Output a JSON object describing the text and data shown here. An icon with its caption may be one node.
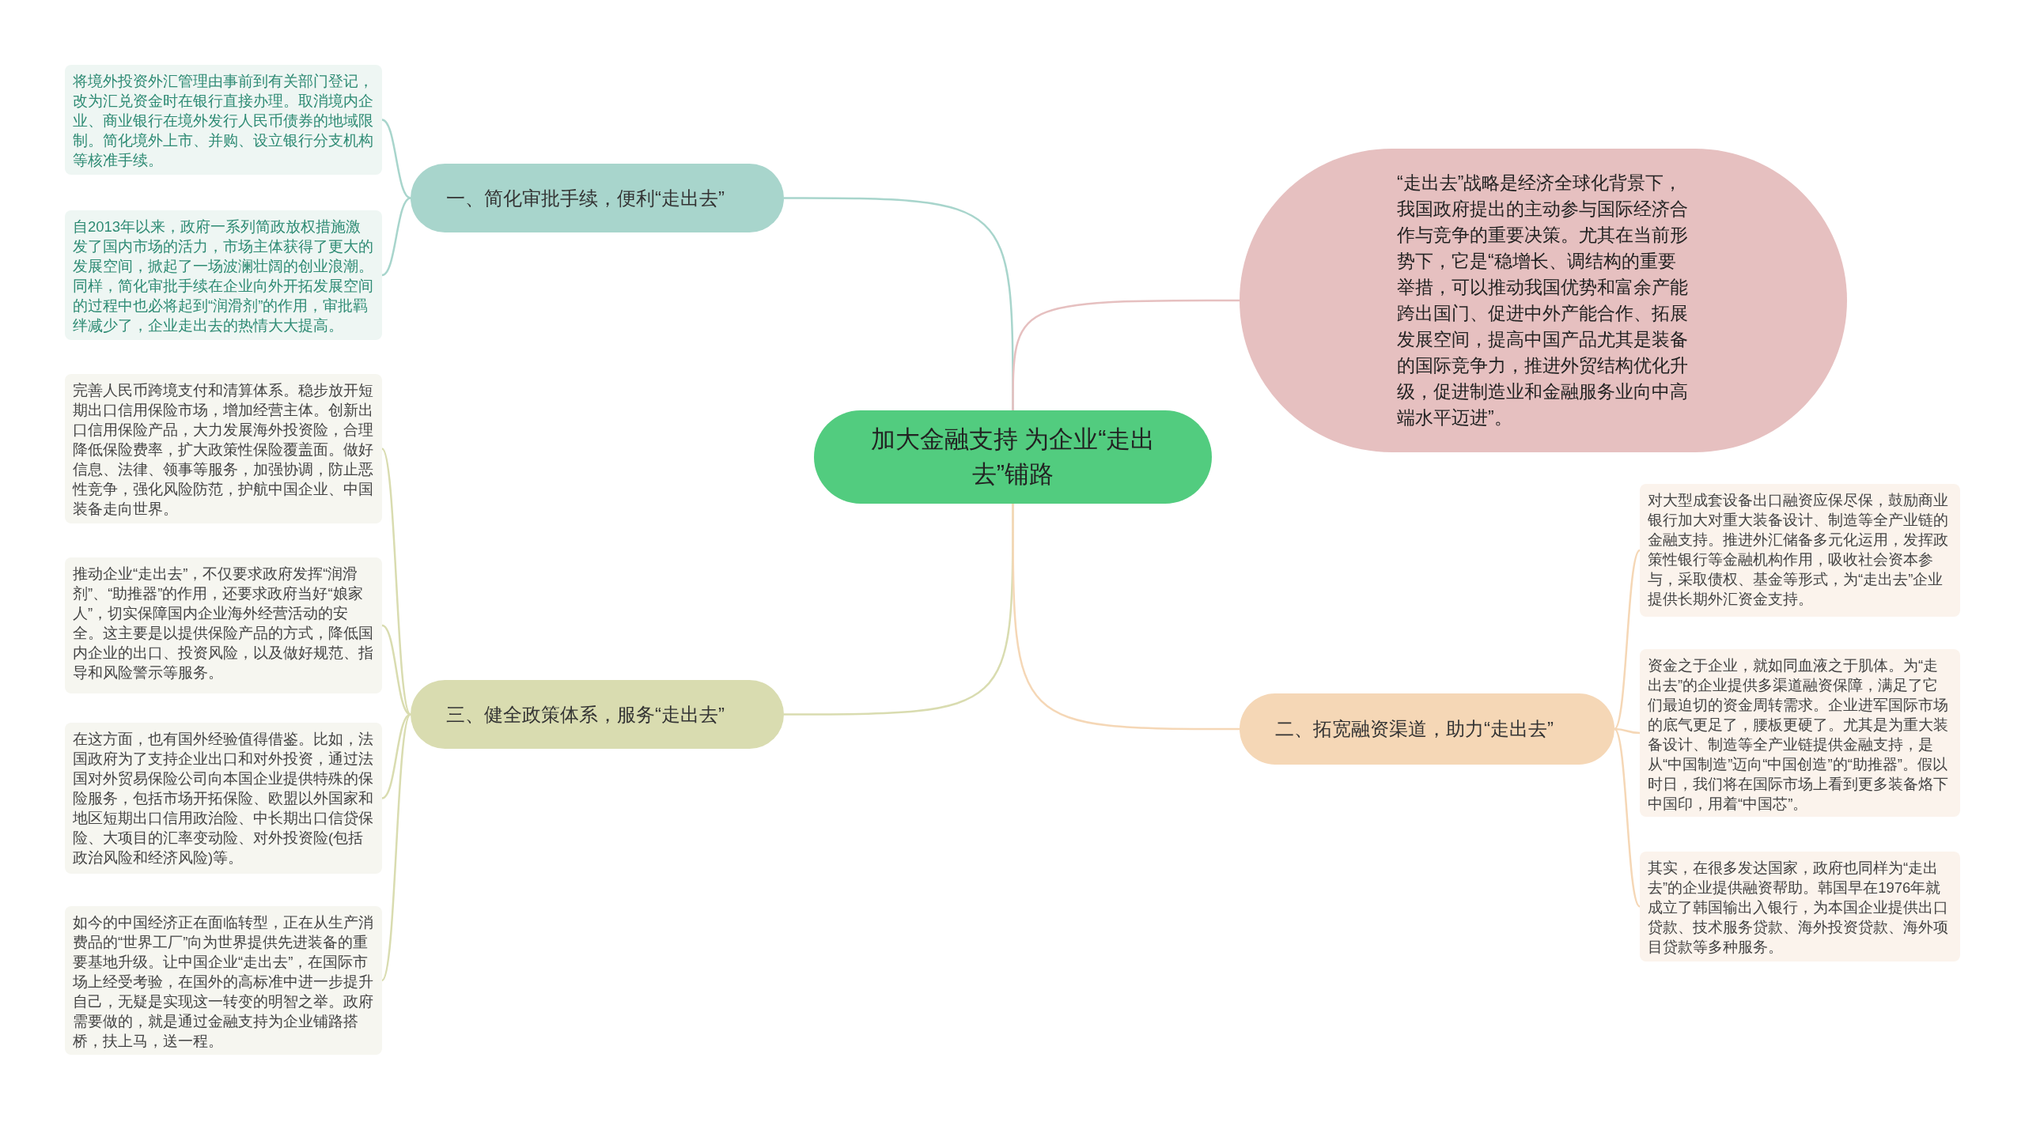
{
  "diagram": {
    "nodes": [
      {
        "text": [
          "加大金融支持 为企业“走出去”铺路"
        ]
      },
      {
        "text": [
          "一、简化审批手续，便利“走出去”"
        ]
      },
      {
        "text": [
          "将境外投资外汇管理由事前到有关部门登记，改为汇兑资金时在银行直接办理。取消境内企业、商业银行在境外发行人民币债券的地域限制。简化境外上市、并购、设立银行分支机构等核准手续。"
        ]
      },
      {
        "text": [
          "自2013年以来，政府一系列简政放权措施激发了国内市场的活力，市场主体获得了更大的发展空间，掀起了一场波澜壮阔的创业浪潮。同样，简化审批手续在企业向外开拓发展空间的过程中也必将起到“润滑剂”的作用，审批羁绊减少了，企业走出去的热情大大提高。"
        ]
      },
      {
        "text": [
          "“走出去”战略是经济全球化背景下，我国政府提出的主动参与国际经济合作与竞争的重要决策。尤其在当前形势下，它是“稳增长、调结构的重要举措，可以推动我国优势和富余产能跨出国门、促进中外产能合作、拓展发展空间，提高中国产品尤其是装备的国际竞争力，推进外贸结构优化升级，促进制造业和金融服务业向中高端水平迈进”。"
        ]
      },
      {
        "text": [
          "三、健全政策体系，服务“走出去”"
        ]
      },
      {
        "text": [
          "完善人民币跨境支付和清算体系。稳步放开短期出口信用保险市场，增加经营主体。创新出口信用保险产品，大力发展海外投资险，合理降低保险费率，扩大政策性保险覆盖面。做好信息、法律、领事等服务，加强协调，防止恶性竞争，强化风险防范，护航中国企业、中国装备走向世界。"
        ]
      },
      {
        "text": [
          "推动企业“走出去”，不仅要求政府发挥“润滑剂”、“助推器”的作用，还要求政府当好“娘家人”，切实保障国内企业海外经营活动的安全。这主要是以提供保险产品的方式，降低国内企业的出口、投资风险，以及做好规范、指导和风险警示等服务。"
        ]
      },
      {
        "text": [
          "在这方面，也有国外经验值得借鉴。比如，法国政府为了支持企业出口和对外投资，通过法国对外贸易保险公司向本国企业提供特殊的保险服务，包括市场开拓保险、欧盟以外国家和地区短期出口信用政治险、中长期出口信贷保险、大项目的汇率变动险、对外投资险(包括政治风险和经济风险)等。"
        ]
      },
      {
        "text": [
          "如今的中国经济正在面临转型，正在从生产消费品的“世界工厂”向为世界提供先进装备的重要基地升级。让中国企业“走出去”，在国际市场上经受考验，在国外的高标准中进一步提升自己，无疑是实现这一转变的明智之举。政府需要做的，就是通过金融支持为企业铺路搭桥，扶上马，送一程。"
        ]
      },
      {
        "text": [
          "二、拓宽融资渠道，助力“走出去”"
        ]
      },
      {
        "text": [
          "对大型成套设备出口融资应保尽保，鼓励商业银行加大对重大装备设计、制造等全产业链的金融支持。推进外汇储备多元化运用，发挥政策性银行等金融机构作用，吸收社会资本参与，采取债权、基金等形式，为“走出去”企业提供长期外汇资金支持。"
        ]
      },
      {
        "text": [
          "资金之于企业，就如同血液之于肌体。为“走出去”的企业提供多渠道融资保障，满足了它们最迫切的资金周转需求。企业进军国际市场的底气更足了，腰板更硬了。尤其是为重大装备设计、制造等全产业链提供金融支持，是从“中国制造”迈向“中国创造”的“助推器”。假以时日，我们将在国际市场上看到更多装备烙下中国印，用着“中国芯”。"
        ]
      },
      {
        "text": [
          "其实，在很多发达国家，政府也同样为“走出去”的企业提供融资帮助。韩国早在1976年就成立了韩国输出入银行，为本国企业提供出口贷款、技术服务贷款、海外投资贷款、海外项目贷款等多种服务。"
        ]
      }
    ],
    "edges": [
      {
        "from": 0,
        "to": 1,
        "arrow": "none",
        "color": "#a8d5cc"
      },
      {
        "from": 1,
        "to": 2,
        "arrow": "none",
        "color": "#a8d5cc"
      },
      {
        "from": 1,
        "to": 3,
        "arrow": "none",
        "color": "#a8d5cc"
      },
      {
        "from": 0,
        "to": 4,
        "arrow": "none",
        "color": "#e6c0c0"
      },
      {
        "from": 0,
        "to": 5,
        "arrow": "none",
        "color": "#d9dcb0"
      },
      {
        "from": 5,
        "to": 6,
        "arrow": "none",
        "color": "#d9dcb0"
      },
      {
        "from": 5,
        "to": 7,
        "arrow": "none",
        "color": "#d9dcb0"
      },
      {
        "from": 5,
        "to": 8,
        "arrow": "none",
        "color": "#d9dcb0"
      },
      {
        "from": 5,
        "to": 9,
        "arrow": "none",
        "color": "#d9dcb0"
      },
      {
        "from": 0,
        "to": 10,
        "arrow": "none",
        "color": "#f5d7b6"
      },
      {
        "from": 10,
        "to": 11,
        "arrow": "none",
        "color": "#f5d7b6"
      },
      {
        "from": 10,
        "to": 12,
        "arrow": "none",
        "color": "#f5d7b6"
      },
      {
        "from": 10,
        "to": 13,
        "arrow": "none",
        "color": "#f5d7b6"
      }
    ]
  }
}
